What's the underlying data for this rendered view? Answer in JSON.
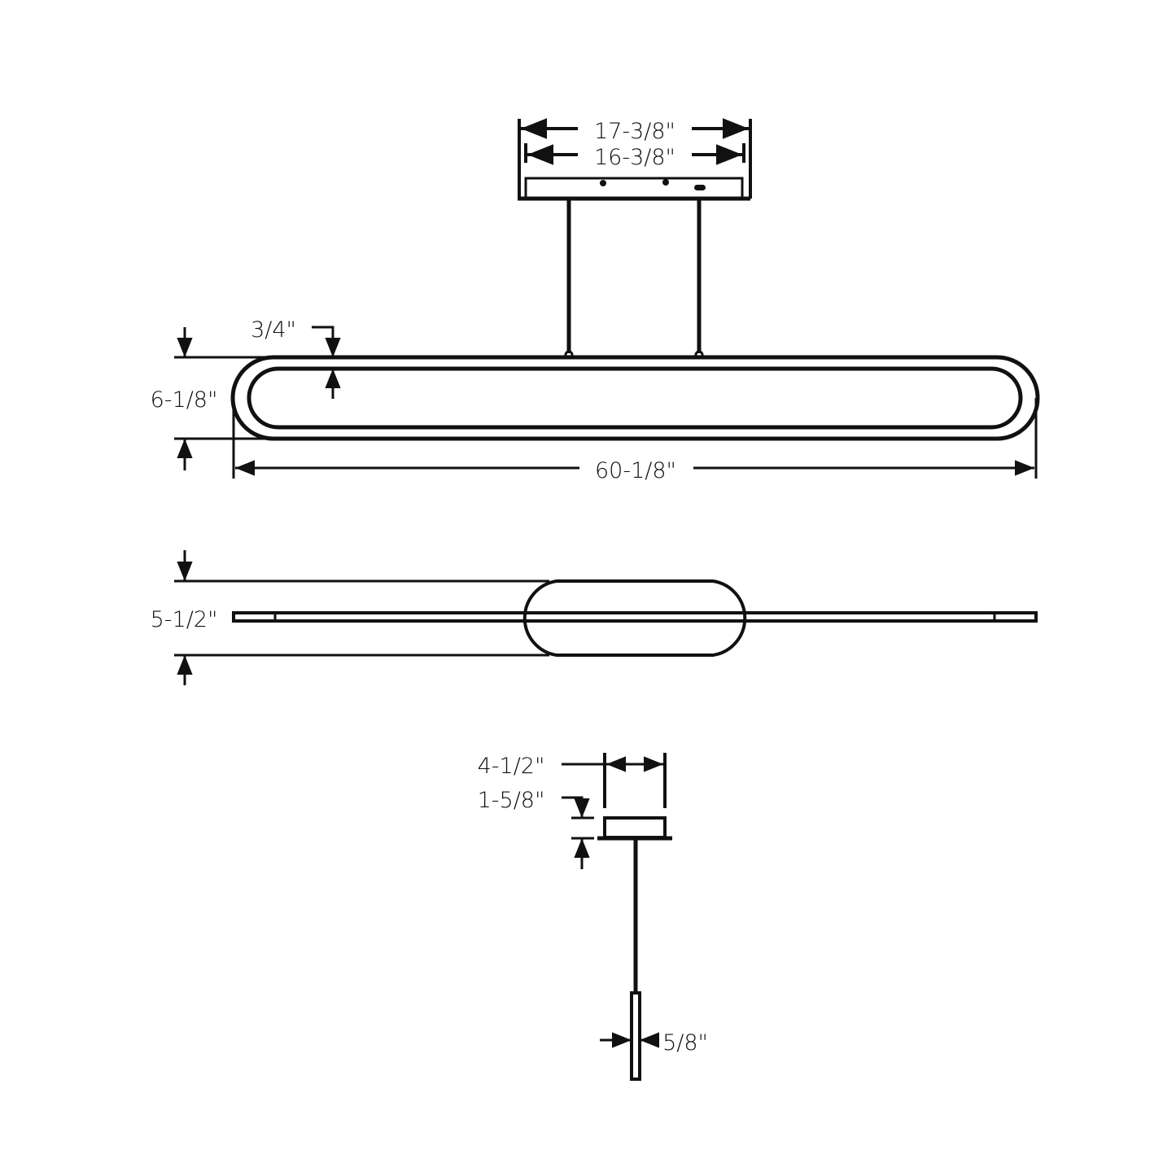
{
  "drawing": {
    "title": "Linear pendant dimension drawing",
    "stroke_color": "#111111",
    "background": "#ffffff",
    "views": {
      "front": {
        "canopy_overall_width": "17-3/8\"",
        "canopy_inner_width": "16-3/8\"",
        "ring_wall_thickness": "3/4\"",
        "fixture_height": "6-1/8\"",
        "fixture_length": "60-1/8\""
      },
      "top": {
        "canopy_depth": "5-1/2\""
      },
      "side": {
        "canopy_width": "4-1/2\"",
        "canopy_height": "1-5/8\"",
        "ring_profile_width": "5/8\""
      }
    }
  }
}
